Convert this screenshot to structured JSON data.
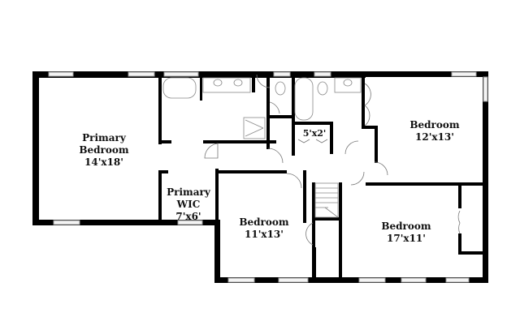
{
  "floorplan": {
    "rooms": [
      {
        "id": "primary-bedroom",
        "name_line1": "Primary",
        "name_line2": "Bedroom",
        "size": "14'x18'"
      },
      {
        "id": "primary-wic",
        "name_line1": "Primary",
        "name_line2": "WIC",
        "size": "7'x6'"
      },
      {
        "id": "closet-hall",
        "name_line1": "",
        "name_line2": "",
        "size": "5'x2'"
      },
      {
        "id": "bedroom-ne",
        "name_line1": "Bedroom",
        "name_line2": "",
        "size": "12'x13'"
      },
      {
        "id": "bedroom-center",
        "name_line1": "Bedroom",
        "name_line2": "",
        "size": "11'x13'"
      },
      {
        "id": "bedroom-se",
        "name_line1": "Bedroom",
        "name_line2": "",
        "size": "17'x11'"
      }
    ],
    "colors": {
      "wall": "#000000",
      "window": "#f4f4f4",
      "background": "#ffffff"
    }
  }
}
